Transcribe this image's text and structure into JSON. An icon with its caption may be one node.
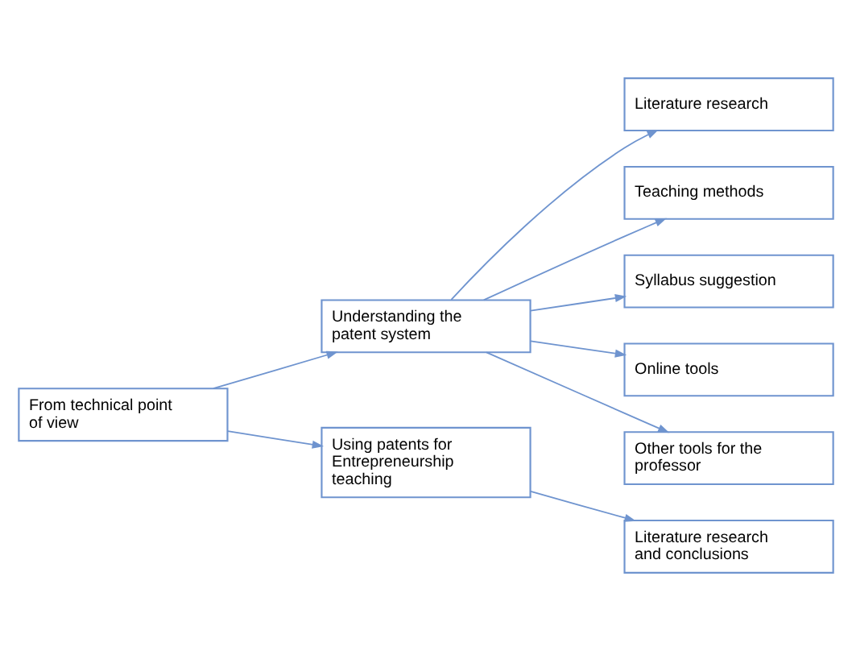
{
  "diagram": {
    "nodes": [
      {
        "text": [
          "From technical point of view"
        ]
      },
      {
        "text": [
          "Understanding the patent system"
        ]
      },
      {
        "text": [
          "Literature research"
        ]
      },
      {
        "text": [
          "Teaching methods"
        ]
      },
      {
        "text": [
          "Syllabus suggestion"
        ]
      },
      {
        "text": [
          "Online tools"
        ]
      },
      {
        "text": [
          "Other tools for the professor"
        ]
      },
      {
        "text": [
          "Using patents for Entrepreneurship teaching"
        ]
      },
      {
        "text": [
          "Literature research and conclusions"
        ]
      }
    ],
    "edges": [
      {
        "from": 0,
        "to": 1,
        "arrow": "to"
      },
      {
        "from": 0,
        "to": 7,
        "arrow": "to"
      },
      {
        "from": 1,
        "to": 2,
        "arrow": "to"
      },
      {
        "from": 1,
        "to": 3,
        "arrow": "to"
      },
      {
        "from": 1,
        "to": 4,
        "arrow": "to"
      },
      {
        "from": 1,
        "to": 5,
        "arrow": "to"
      },
      {
        "from": 1,
        "to": 6,
        "arrow": "to"
      },
      {
        "from": 7,
        "to": 8,
        "arrow": "to"
      }
    ]
  }
}
